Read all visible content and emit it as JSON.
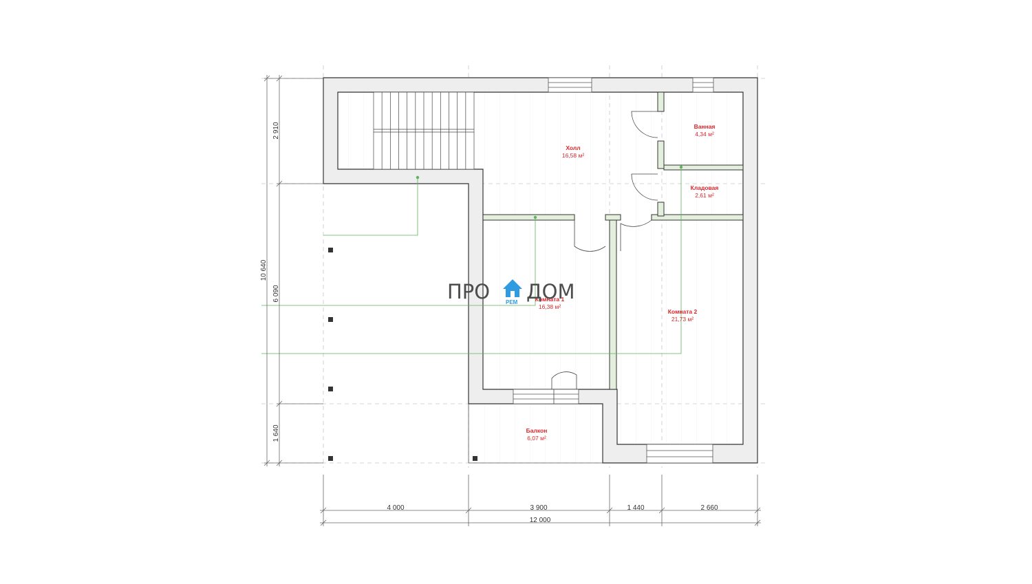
{
  "rooms": [
    {
      "name": "Ванная",
      "area": "4,34 м²"
    },
    {
      "name": "Холл",
      "area": "16,58 м²"
    },
    {
      "name": "Кладовая",
      "area": "2,61 м²"
    },
    {
      "name": "Комната 1",
      "area": "16,38 м²"
    },
    {
      "name": "Комната 2",
      "area": "21,73 м²"
    },
    {
      "name": "Балкон",
      "area": "6,07 м²"
    }
  ],
  "dimensions": {
    "bottom": [
      "4 000",
      "3 900",
      "1 440",
      "2 660"
    ],
    "total_width": "12 000",
    "left": [
      "2 910",
      "6 090",
      "1 640"
    ],
    "total_height": "10 640"
  },
  "logo": {
    "left": "ПРО",
    "right": "ДОМ",
    "sub": "РЕМ"
  },
  "colors": {
    "wall": "#eeeeee",
    "wall_outline": "#333333",
    "partition": "#e3eedd",
    "label": "#d9262b",
    "logo_blue": "#2f9be0",
    "guide_green": "#5fb35f"
  }
}
